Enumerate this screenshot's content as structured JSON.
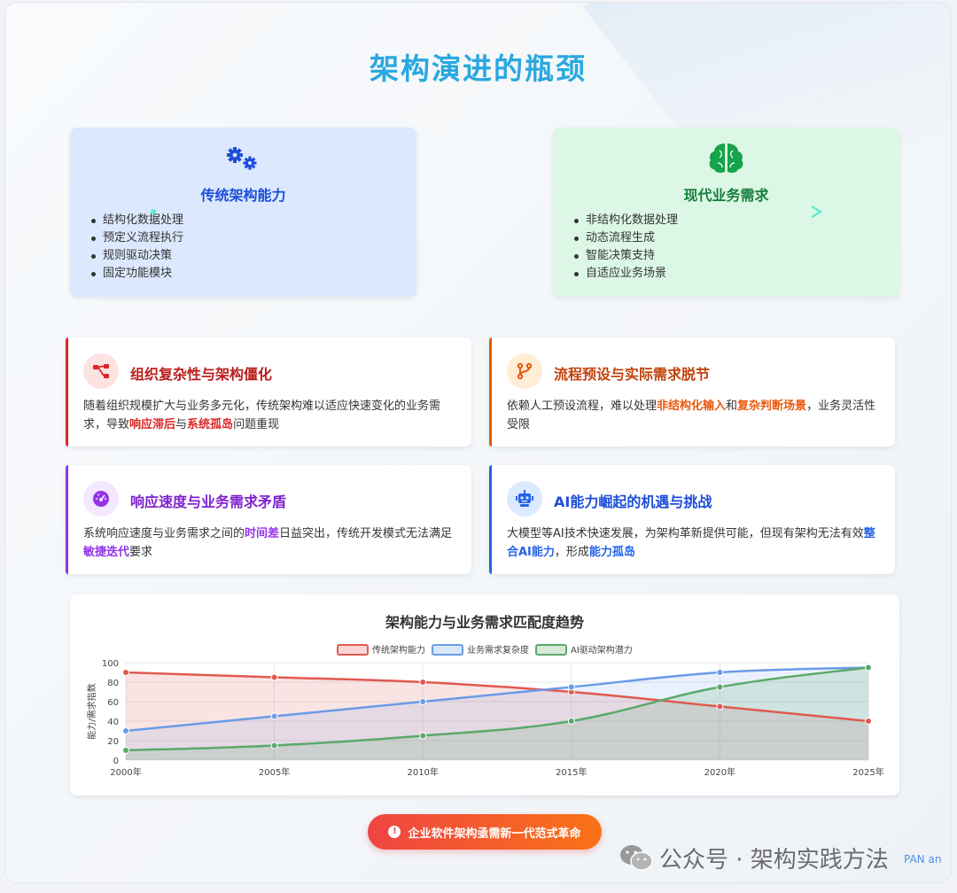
{
  "title": "架构演进的瓶颈",
  "traditional": {
    "title": "传统架构能力",
    "items": [
      "结构化数据处理",
      "预定义流程执行",
      "规则驱动决策",
      "固定功能模块"
    ]
  },
  "modern": {
    "title": "现代业务需求",
    "items": [
      "非结构化数据处理",
      "动态流程生成",
      "智能决策支持",
      "自适应业务场景"
    ]
  },
  "cards": [
    {
      "title": "组织复杂性与架构僵化",
      "body_pre": "随着组织规模扩大与业务多元化，传统架构难以适应快速变化的业务需求，导致",
      "hl1": "响应滞后",
      "mid": "与",
      "hl2": "系统孤岛",
      "post": "问题重现",
      "color": "#dc2626"
    },
    {
      "title": "流程预设与实际需求脱节",
      "body_pre": "依赖人工预设流程，难以处理",
      "hl1": "非结构化输入",
      "mid": "和",
      "hl2": "复杂判断场景",
      "post": "，业务灵活性受限",
      "color": "#ea580c"
    },
    {
      "title": "响应速度与业务需求矛盾",
      "body_pre": "系统响应速度与业务需求之间的",
      "hl1": "时间差",
      "mid": "日益突出，传统开发模式无法满足",
      "hl2": "敏捷迭代",
      "post": "要求",
      "color": "#9333ea"
    },
    {
      "title": "AI能力崛起的机遇与挑战",
      "body_pre": "大模型等AI技术快速发展，为架构革新提供可能，但现有架构无法有效",
      "hl1": "整合AI能力",
      "mid": "，形成",
      "hl2": "能力孤岛",
      "post": "",
      "color": "#2563eb"
    }
  ],
  "chart_data": {
    "type": "line",
    "title": "架构能力与业务需求匹配度趋势",
    "ylabel": "能力/需求指数",
    "xlabel": "",
    "categories": [
      "2000年",
      "2005年",
      "2010年",
      "2015年",
      "2020年",
      "2025年"
    ],
    "ylim": [
      0,
      100
    ],
    "yticks": [
      0,
      20,
      40,
      60,
      80,
      100
    ],
    "grid": true,
    "legend_position": "top",
    "series": [
      {
        "name": "传统架构能力",
        "values": [
          90,
          85,
          80,
          70,
          55,
          40
        ],
        "color": "#e05a4f"
      },
      {
        "name": "业务需求复杂度",
        "values": [
          30,
          45,
          60,
          75,
          90,
          95
        ],
        "color": "#6a9be8"
      },
      {
        "name": "AI驱动架构潜力",
        "values": [
          10,
          15,
          25,
          40,
          75,
          95
        ],
        "color": "#5aa96a"
      }
    ]
  },
  "cta": {
    "label": "企业软件架构亟需新一代范式革命",
    "icon": "!"
  },
  "watermark": "公众号 · 架构实践方法",
  "footer_tag": "PAN an"
}
